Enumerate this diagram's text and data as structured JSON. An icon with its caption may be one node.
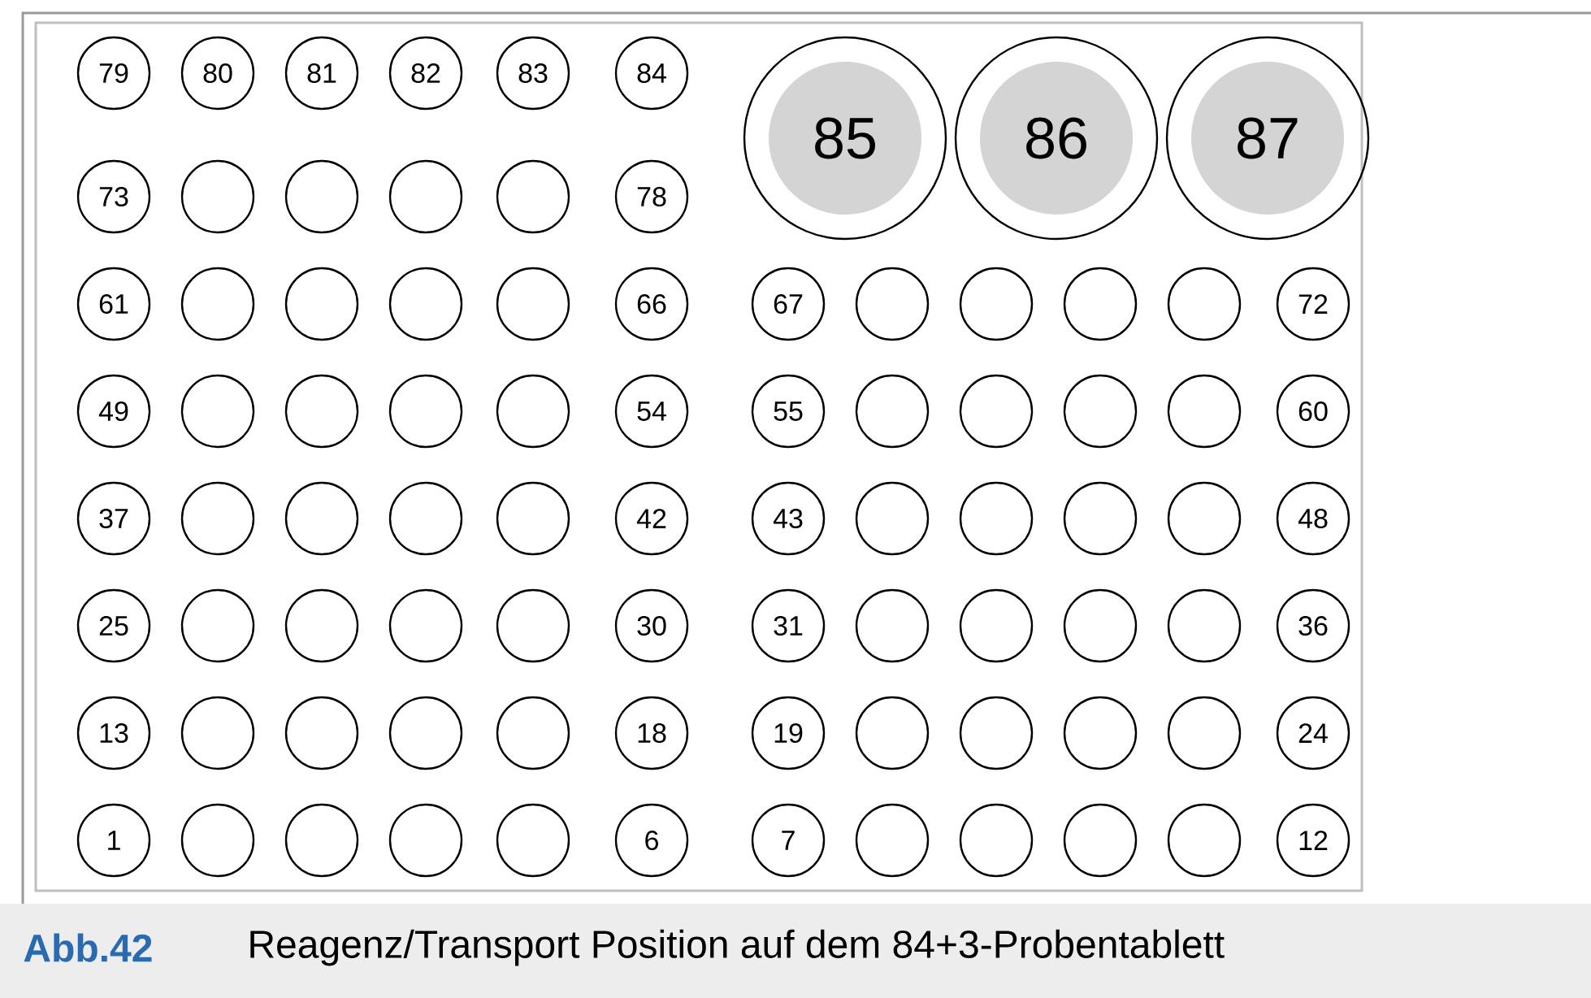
{
  "diagram": {
    "caption": "Reagenz/Transport Position auf dem 84+3-Probentablett",
    "labels": [
      "Abb.42"
    ],
    "nodes": [
      {
        "text": [
          "79"
        ]
      },
      {
        "text": [
          "80"
        ]
      },
      {
        "text": [
          "81"
        ]
      },
      {
        "text": [
          "82"
        ]
      },
      {
        "text": [
          "83"
        ]
      },
      {
        "text": [
          "84"
        ]
      },
      {
        "text": [
          "85"
        ]
      },
      {
        "text": [
          "86"
        ]
      },
      {
        "text": [
          "87"
        ]
      },
      {
        "text": [
          "73"
        ]
      },
      {
        "text": [],
        "shape": "circle"
      },
      {
        "text": [],
        "shape": "circle"
      },
      {
        "text": [],
        "shape": "circle"
      },
      {
        "text": [],
        "shape": "circle"
      },
      {
        "text": [
          "78"
        ]
      },
      {
        "text": [
          "61"
        ]
      },
      {
        "text": [],
        "shape": "circle"
      },
      {
        "text": [],
        "shape": "circle"
      },
      {
        "text": [],
        "shape": "circle"
      },
      {
        "text": [],
        "shape": "circle"
      },
      {
        "text": [
          "66"
        ]
      },
      {
        "text": [
          "67"
        ]
      },
      {
        "text": [],
        "shape": "circle"
      },
      {
        "text": [],
        "shape": "circle"
      },
      {
        "text": [],
        "shape": "circle"
      },
      {
        "text": [],
        "shape": "circle"
      },
      {
        "text": [
          "72"
        ]
      },
      {
        "text": [
          "49"
        ]
      },
      {
        "text": [],
        "shape": "circle"
      },
      {
        "text": [],
        "shape": "circle"
      },
      {
        "text": [],
        "shape": "circle"
      },
      {
        "text": [],
        "shape": "circle"
      },
      {
        "text": [
          "54"
        ]
      },
      {
        "text": [
          "55"
        ]
      },
      {
        "text": [],
        "shape": "circle"
      },
      {
        "text": [],
        "shape": "circle"
      },
      {
        "text": [],
        "shape": "circle"
      },
      {
        "text": [],
        "shape": "circle"
      },
      {
        "text": [
          "60"
        ]
      },
      {
        "text": [
          "37"
        ]
      },
      {
        "text": [],
        "shape": "circle"
      },
      {
        "text": [],
        "shape": "circle"
      },
      {
        "text": [],
        "shape": "circle"
      },
      {
        "text": [],
        "shape": "circle"
      },
      {
        "text": [
          "42"
        ]
      },
      {
        "text": [
          "43"
        ]
      },
      {
        "text": [],
        "shape": "circle"
      },
      {
        "text": [],
        "shape": "circle"
      },
      {
        "text": [],
        "shape": "circle"
      },
      {
        "text": [],
        "shape": "circle"
      },
      {
        "text": [
          "48"
        ]
      },
      {
        "text": [
          "25"
        ]
      },
      {
        "text": [],
        "shape": "circle"
      },
      {
        "text": [],
        "shape": "circle"
      },
      {
        "text": [],
        "shape": "circle"
      },
      {
        "text": [],
        "shape": "circle"
      },
      {
        "text": [
          "30"
        ]
      },
      {
        "text": [
          "31"
        ]
      },
      {
        "text": [],
        "shape": "circle"
      },
      {
        "text": [],
        "shape": "circle"
      },
      {
        "text": [],
        "shape": "circle"
      },
      {
        "text": [],
        "shape": "circle"
      },
      {
        "text": [
          "36"
        ]
      },
      {
        "text": [
          "13"
        ]
      },
      {
        "text": [],
        "shape": "circle"
      },
      {
        "text": [],
        "shape": "circle"
      },
      {
        "text": [],
        "shape": "circle"
      },
      {
        "text": [],
        "shape": "circle"
      },
      {
        "text": [
          "18"
        ]
      },
      {
        "text": [
          "19"
        ]
      },
      {
        "text": [],
        "shape": "circle"
      },
      {
        "text": [],
        "shape": "circle"
      },
      {
        "text": [],
        "shape": "circle"
      },
      {
        "text": [],
        "shape": "circle"
      },
      {
        "text": [
          "24"
        ]
      },
      {
        "text": [
          "1"
        ]
      },
      {
        "text": [],
        "shape": "circle"
      },
      {
        "text": [],
        "shape": "circle"
      },
      {
        "text": [],
        "shape": "circle"
      },
      {
        "text": [],
        "shape": "circle"
      },
      {
        "text": [
          "6"
        ]
      },
      {
        "text": [
          "7"
        ]
      },
      {
        "text": [],
        "shape": "circle"
      },
      {
        "text": [],
        "shape": "circle"
      },
      {
        "text": [],
        "shape": "circle"
      },
      {
        "text": [],
        "shape": "circle"
      },
      {
        "text": [
          "12"
        ]
      }
    ]
  }
}
